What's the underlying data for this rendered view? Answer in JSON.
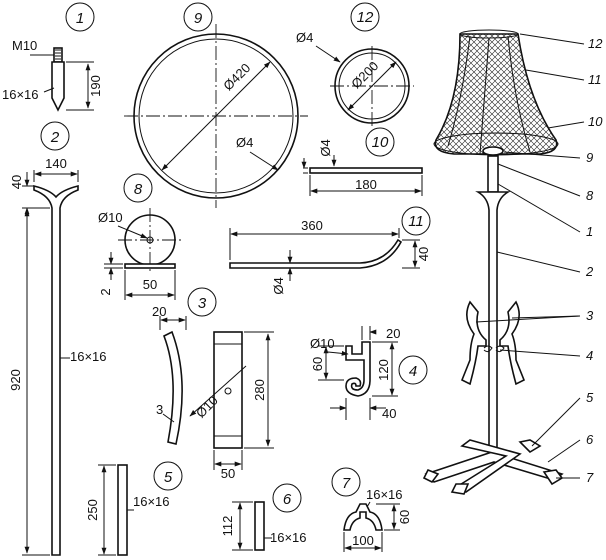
{
  "parts": {
    "p1": {
      "number": "1",
      "dims": [
        "M10",
        "16×16",
        "190"
      ]
    },
    "p2": {
      "number": "2",
      "dims": [
        "140",
        "40",
        "920",
        "16×16"
      ]
    },
    "p3": {
      "number": "3",
      "dims": [
        "20",
        "3",
        "Ø10",
        "280",
        "50"
      ]
    },
    "p4": {
      "number": "4",
      "dims": [
        "Ø10",
        "20",
        "60",
        "120",
        "40"
      ]
    },
    "p5": {
      "number": "5",
      "dims": [
        "250",
        "16×16"
      ]
    },
    "p6": {
      "number": "6",
      "dims": [
        "112",
        "16×16"
      ]
    },
    "p7": {
      "number": "7",
      "dims": [
        "16×16",
        "60",
        "100"
      ]
    },
    "p8": {
      "number": "8",
      "dims": [
        "Ø10",
        "2",
        "50"
      ]
    },
    "p9": {
      "number": "9",
      "dims": [
        "Ø420",
        "Ø4"
      ]
    },
    "p10": {
      "number": "10",
      "dims": [
        "Ø4",
        "180"
      ]
    },
    "p11": {
      "number": "11",
      "dims": [
        "360",
        "40",
        "Ø4"
      ]
    },
    "p12": {
      "number": "12",
      "dims": [
        "Ø4",
        "Ø200"
      ]
    }
  },
  "assembly_callouts": [
    "12",
    "11",
    "10",
    "9",
    "8",
    "1",
    "2",
    "3",
    "4",
    "5",
    "6",
    "7"
  ]
}
